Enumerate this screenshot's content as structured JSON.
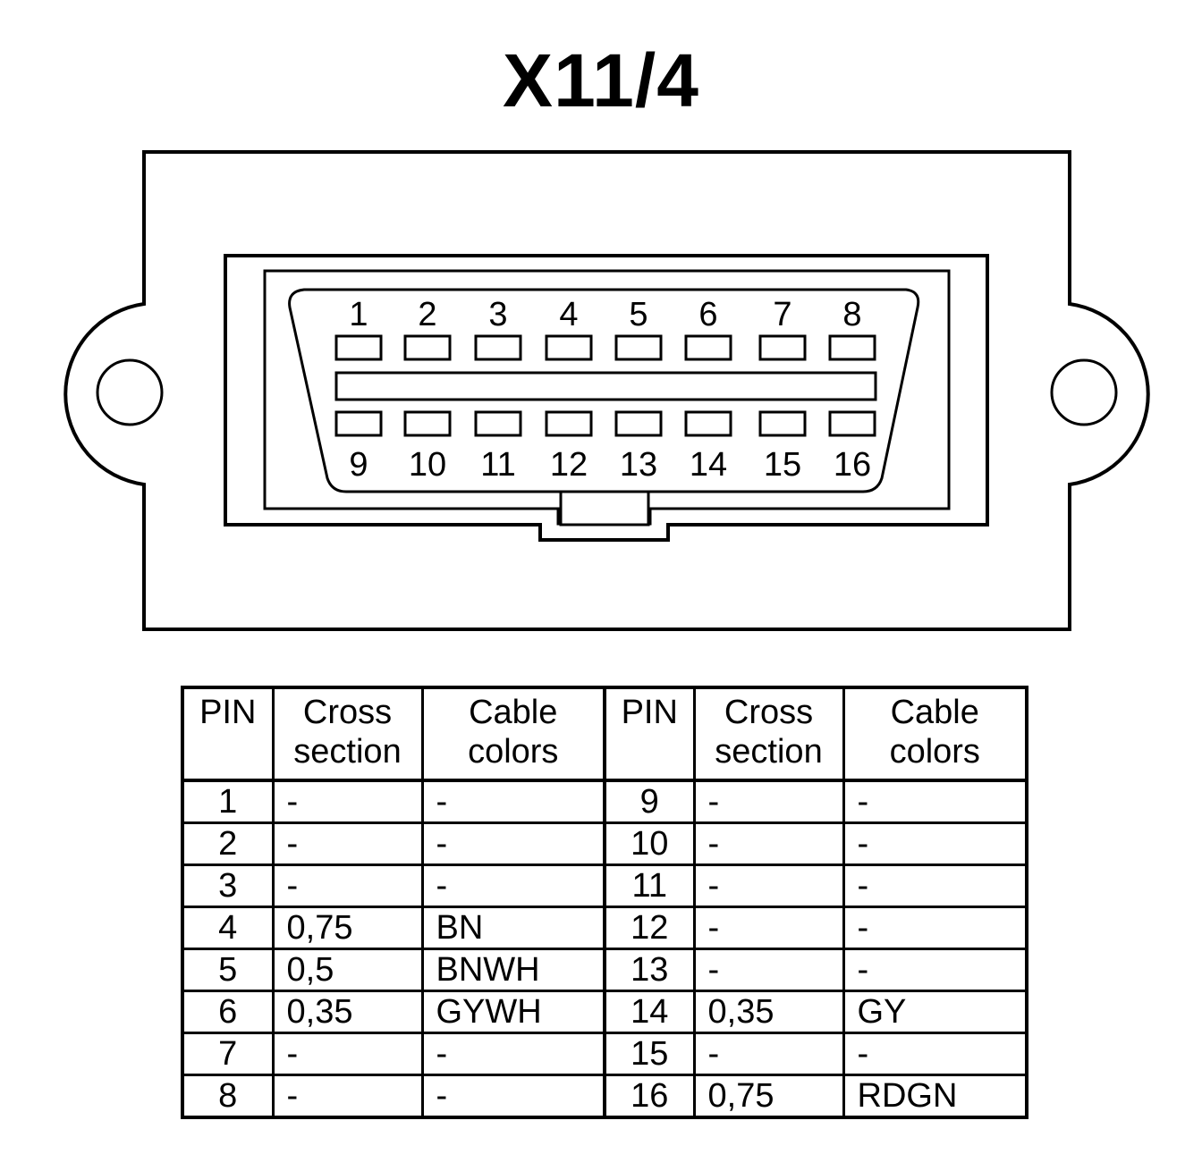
{
  "title": "X11/4",
  "connector": {
    "top_pins": [
      "1",
      "2",
      "3",
      "4",
      "5",
      "6",
      "7",
      "8"
    ],
    "bottom_pins": [
      "9",
      "10",
      "11",
      "12",
      "13",
      "14",
      "15",
      "16"
    ]
  },
  "table": {
    "headers": {
      "pin": "PIN",
      "cross_section": [
        "Cross",
        "section"
      ],
      "cable_colors": [
        "Cable",
        "colors"
      ]
    },
    "rows": [
      {
        "left": {
          "pin": "1",
          "cross_section": "-",
          "color": "-"
        },
        "right": {
          "pin": "9",
          "cross_section": "-",
          "color": "-"
        }
      },
      {
        "left": {
          "pin": "2",
          "cross_section": "-",
          "color": "-"
        },
        "right": {
          "pin": "10",
          "cross_section": "-",
          "color": "-"
        }
      },
      {
        "left": {
          "pin": "3",
          "cross_section": "-",
          "color": "-"
        },
        "right": {
          "pin": "11",
          "cross_section": "-",
          "color": "-"
        }
      },
      {
        "left": {
          "pin": "4",
          "cross_section": "0,75",
          "color": "BN"
        },
        "right": {
          "pin": "12",
          "cross_section": "-",
          "color": "-"
        }
      },
      {
        "left": {
          "pin": "5",
          "cross_section": "0,5",
          "color": "BNWH"
        },
        "right": {
          "pin": "13",
          "cross_section": "-",
          "color": "-"
        }
      },
      {
        "left": {
          "pin": "6",
          "cross_section": "0,35",
          "color": "GYWH"
        },
        "right": {
          "pin": "14",
          "cross_section": "0,35",
          "color": "GY"
        }
      },
      {
        "left": {
          "pin": "7",
          "cross_section": "-",
          "color": "-"
        },
        "right": {
          "pin": "15",
          "cross_section": "-",
          "color": "-"
        }
      },
      {
        "left": {
          "pin": "8",
          "cross_section": "-",
          "color": "-"
        },
        "right": {
          "pin": "16",
          "cross_section": "0,75",
          "color": "RDGN"
        }
      }
    ]
  }
}
